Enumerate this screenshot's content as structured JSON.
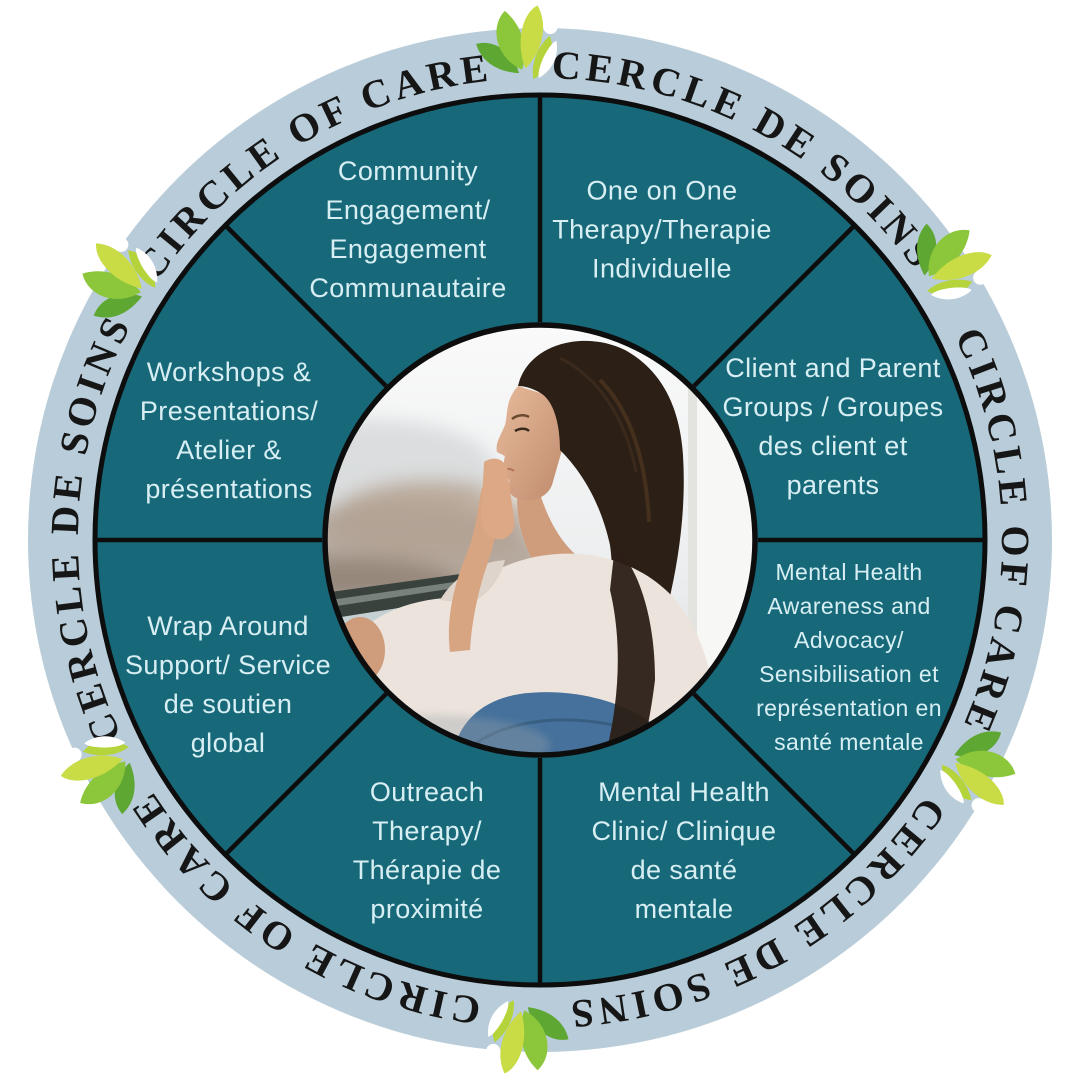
{
  "diagram": {
    "type": "circular-wheel-infographic",
    "center_image": {
      "description": "Pensive woman with long dark hair in a white fluffy sweater and jeans, resting her chin on her hand, looking out a window at a blurry winter cityscape"
    },
    "separator_icon": "leaf-person-logo-icon",
    "colors": {
      "wheel_teal": "#17697a",
      "ring_blue": "#b8ccd9",
      "outline_black": "#0d0d0d",
      "segment_text": "#d7eef3",
      "ring_text": "#161616",
      "leaf_green_light": "#c9dc45",
      "leaf_green_mid": "#8cc63b",
      "leaf_green_dark": "#5fa733",
      "figure_white": "#ffffff"
    }
  },
  "ring": {
    "arcs": [
      {
        "position": "top-left",
        "text": "CIRCLE OF CARE"
      },
      {
        "position": "top-right",
        "text": "CERCLE DE SOINS"
      },
      {
        "position": "right",
        "text": "CIRCLE OF CARE"
      },
      {
        "position": "bottom-right",
        "text": "CERCLE DE SOINS"
      },
      {
        "position": "bottom-left",
        "text": "CIRCLE OF CARE"
      },
      {
        "position": "left",
        "text": "CERCLE DE SOINS"
      }
    ]
  },
  "segments": [
    {
      "id": "community-engagement",
      "lines": [
        "Community",
        "Engagement/",
        "Engagement",
        "Communautaire"
      ]
    },
    {
      "id": "one-on-one-therapy",
      "lines": [
        "One on One",
        "Therapy/Therapie",
        "Individuelle"
      ]
    },
    {
      "id": "client-parent-groups",
      "lines": [
        "Client and Parent",
        "Groups / Groupes",
        "des client et",
        "parents"
      ]
    },
    {
      "id": "mh-awareness-advocacy",
      "lines": [
        "Mental Health",
        "Awareness and",
        "Advocacy/",
        "Sensibilisation et",
        "représentation en",
        "santé mentale"
      ]
    },
    {
      "id": "mental-health-clinic",
      "lines": [
        "Mental Health",
        "Clinic/ Clinique",
        "de santé",
        "mentale"
      ]
    },
    {
      "id": "outreach-therapy",
      "lines": [
        "Outreach",
        "Therapy/",
        "Thérapie de",
        "proximité"
      ]
    },
    {
      "id": "wrap-around-support",
      "lines": [
        "Wrap Around",
        "Support/ Service",
        "de soutien",
        "global"
      ]
    },
    {
      "id": "workshops-presentations",
      "lines": [
        "Workshops &",
        "Presentations/",
        "Atelier &",
        "présentations"
      ]
    }
  ]
}
